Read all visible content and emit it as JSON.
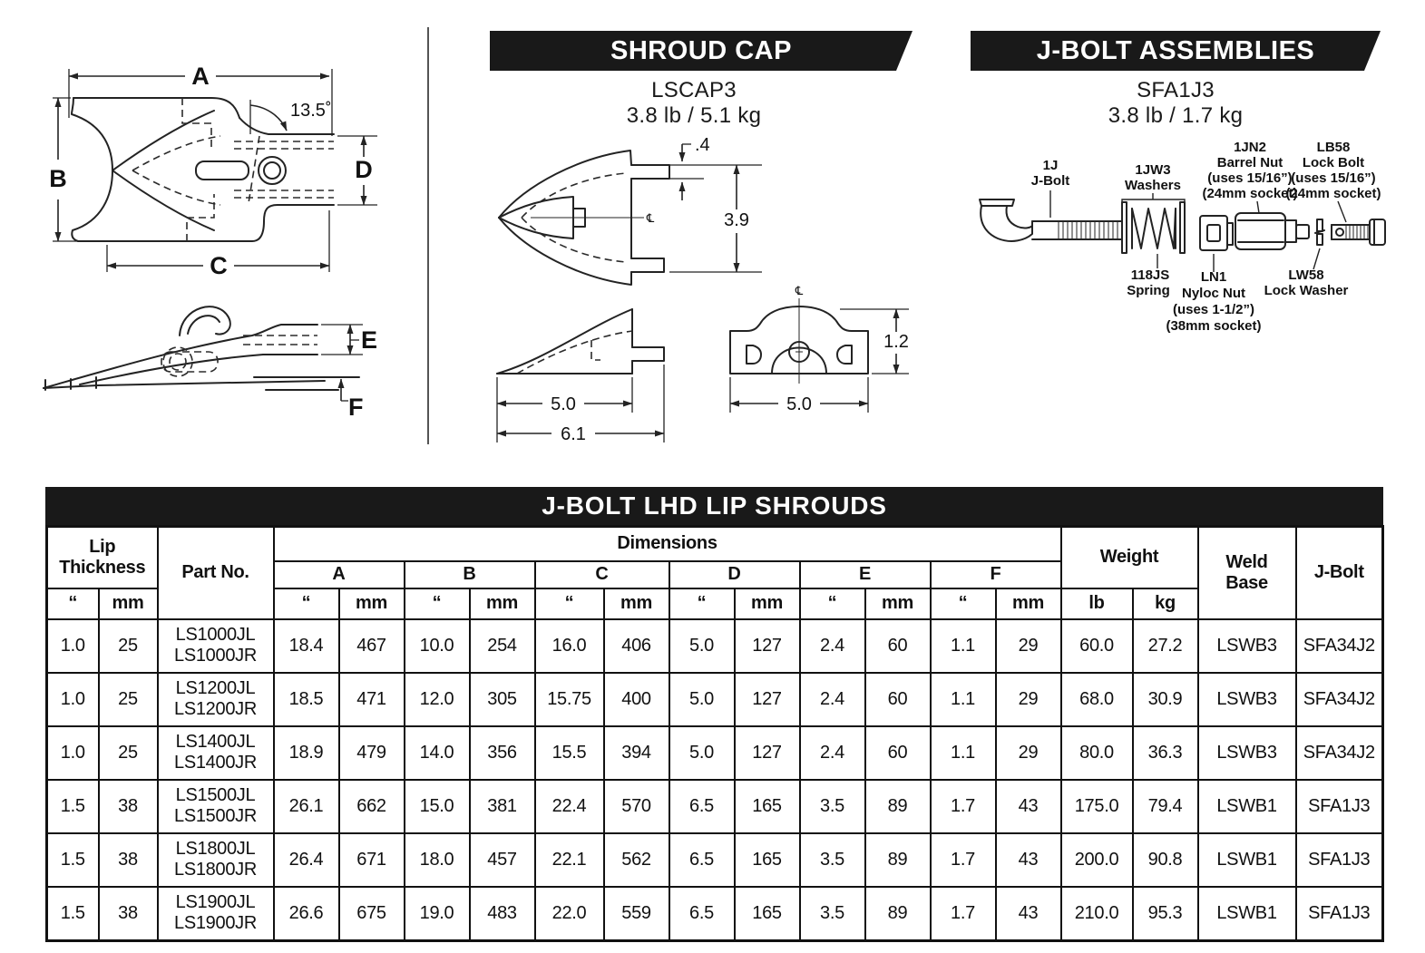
{
  "left_drawing": {
    "dim_a": "A",
    "dim_b": "B",
    "dim_c": "C",
    "dim_d": "D",
    "dim_e": "E",
    "dim_f": "F",
    "angle": "13.5˚"
  },
  "shroud_cap": {
    "banner": "SHROUD CAP",
    "part_no": "LSCAP3",
    "weight": "3.8 lb / 5.1 kg",
    "centerline": "℄",
    "dims": {
      "tab": ".4",
      "height": "3.9",
      "side_len": "5.0",
      "total_len": "6.1",
      "base_w": "5.0",
      "base_h": "1.2"
    }
  },
  "jbolt_assemblies": {
    "banner": "J-BOLT ASSEMBLIES",
    "part_no": "SFA1J3",
    "weight": "3.8 lb / 1.7 kg",
    "labels": {
      "jbolt": [
        "1J",
        "J-Bolt"
      ],
      "washers": [
        "1JW3",
        "Washers"
      ],
      "barrel_nut": [
        "1JN2",
        "Barrel Nut",
        "(uses 15/16”)",
        "(24mm socket)"
      ],
      "lock_bolt": [
        "LB58",
        "Lock Bolt",
        "(uses 15/16”)",
        "(24mm socket)"
      ],
      "spring": [
        "118JS",
        "Spring"
      ],
      "nyloc_nut": [
        "LN1",
        "Nyloc Nut",
        "(uses 1-1/2”)",
        "(38mm socket)"
      ],
      "lock_washer": [
        "LW58",
        "Lock Washer"
      ]
    }
  },
  "table": {
    "title": "J-BOLT LHD LIP SHROUDS",
    "header": {
      "lip_thickness": "Lip\nThickness",
      "part_no": "Part No.",
      "dimensions": "Dimensions",
      "weight": "Weight",
      "weld_base": "Weld\nBase",
      "j_bolt": "J-Bolt",
      "dims": [
        "A",
        "B",
        "C",
        "D",
        "E",
        "F"
      ],
      "inch": "“",
      "mm": "mm",
      "lb": "lb",
      "kg": "kg"
    },
    "rows": [
      [
        "1.0",
        "25",
        "LS1000JL\nLS1000JR",
        "18.4",
        "467",
        "10.0",
        "254",
        "16.0",
        "406",
        "5.0",
        "127",
        "2.4",
        "60",
        "1.1",
        "29",
        "60.0",
        "27.2",
        "LSWB3",
        "SFA34J2"
      ],
      [
        "1.0",
        "25",
        "LS1200JL\nLS1200JR",
        "18.5",
        "471",
        "12.0",
        "305",
        "15.75",
        "400",
        "5.0",
        "127",
        "2.4",
        "60",
        "1.1",
        "29",
        "68.0",
        "30.9",
        "LSWB3",
        "SFA34J2"
      ],
      [
        "1.0",
        "25",
        "LS1400JL\nLS1400JR",
        "18.9",
        "479",
        "14.0",
        "356",
        "15.5",
        "394",
        "5.0",
        "127",
        "2.4",
        "60",
        "1.1",
        "29",
        "80.0",
        "36.3",
        "LSWB3",
        "SFA34J2"
      ],
      [
        "1.5",
        "38",
        "LS1500JL\nLS1500JR",
        "26.1",
        "662",
        "15.0",
        "381",
        "22.4",
        "570",
        "6.5",
        "165",
        "3.5",
        "89",
        "1.7",
        "43",
        "175.0",
        "79.4",
        "LSWB1",
        "SFA1J3"
      ],
      [
        "1.5",
        "38",
        "LS1800JL\nLS1800JR",
        "26.4",
        "671",
        "18.0",
        "457",
        "22.1",
        "562",
        "6.5",
        "165",
        "3.5",
        "89",
        "1.7",
        "43",
        "200.0",
        "90.8",
        "LSWB1",
        "SFA1J3"
      ],
      [
        "1.5",
        "38",
        "LS1900JL\nLS1900JR",
        "26.6",
        "675",
        "19.0",
        "483",
        "22.0",
        "559",
        "6.5",
        "165",
        "3.5",
        "89",
        "1.7",
        "43",
        "210.0",
        "95.3",
        "LSWB1",
        "SFA1J3"
      ]
    ]
  }
}
